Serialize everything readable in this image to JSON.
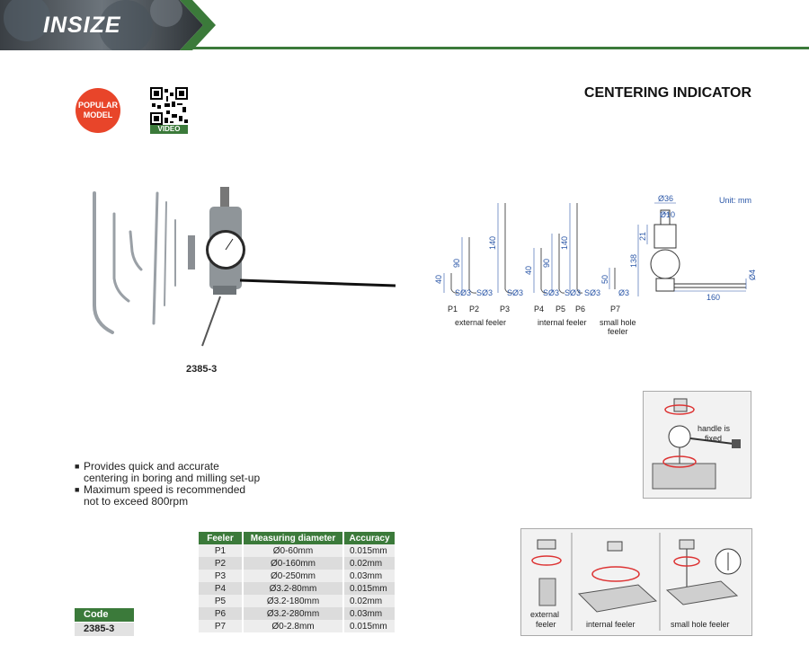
{
  "brand": {
    "logo": "INSIZE"
  },
  "badge": {
    "line1": "POPULAR",
    "line2": "MODEL"
  },
  "qr": {
    "tag": "VIDEO"
  },
  "title": "CENTERING INDICATOR",
  "product": {
    "code_label": "2385-3"
  },
  "drawing": {
    "unit": "Unit: mm",
    "feelers_external": {
      "labels": [
        "P1",
        "P2",
        "P3"
      ],
      "lengths": [
        "40",
        "90",
        "140"
      ],
      "tips": [
        "SØ3",
        "SØ3",
        "SØ3"
      ],
      "caption": "external feeler"
    },
    "feelers_internal": {
      "labels": [
        "P4",
        "P5",
        "P6"
      ],
      "lengths": [
        "40",
        "90",
        "140"
      ],
      "tips": [
        "SØ3",
        "SØ3",
        "SØ3"
      ],
      "caption": "internal feeler"
    },
    "feeler_small": {
      "label": "P7",
      "length": "50",
      "tip": "Ø3",
      "caption_line1": "small hole",
      "caption_line2": "feeler"
    },
    "body_dims": {
      "d36": "Ø36",
      "d10": "Ø10",
      "h21": "21",
      "h138": "138",
      "arm160": "160",
      "d4": "Ø4"
    }
  },
  "usage": {
    "handle_note_line1": "handle is",
    "handle_note_line2": "fixed",
    "panels": [
      "external\nfeeler",
      "internal feeler",
      "small hole feeler"
    ]
  },
  "features": [
    {
      "line1": "Provides quick and accurate",
      "line2": "centering in boring and milling set-up"
    },
    {
      "line1": "Maximum speed is recommended",
      "line2": "not to exceed 800rpm"
    }
  ],
  "spec_table": {
    "headers": [
      "Feeler",
      "Measuring diameter",
      "Accuracy"
    ],
    "rows": [
      [
        "P1",
        "Ø0-60mm",
        "0.015mm"
      ],
      [
        "P2",
        "Ø0-160mm",
        "0.02mm"
      ],
      [
        "P3",
        "Ø0-250mm",
        "0.03mm"
      ],
      [
        "P4",
        "Ø3.2-80mm",
        "0.015mm"
      ],
      [
        "P5",
        "Ø3.2-180mm",
        "0.02mm"
      ],
      [
        "P6",
        "Ø3.2-280mm",
        "0.03mm"
      ],
      [
        "P7",
        "Ø0-2.8mm",
        "0.015mm"
      ]
    ]
  },
  "code_box": {
    "header": "Code",
    "value": "2385-3"
  },
  "colors": {
    "brand_green": "#3b7a3a",
    "badge_red": "#e8452a",
    "dimension_blue": "#2b57a8"
  }
}
